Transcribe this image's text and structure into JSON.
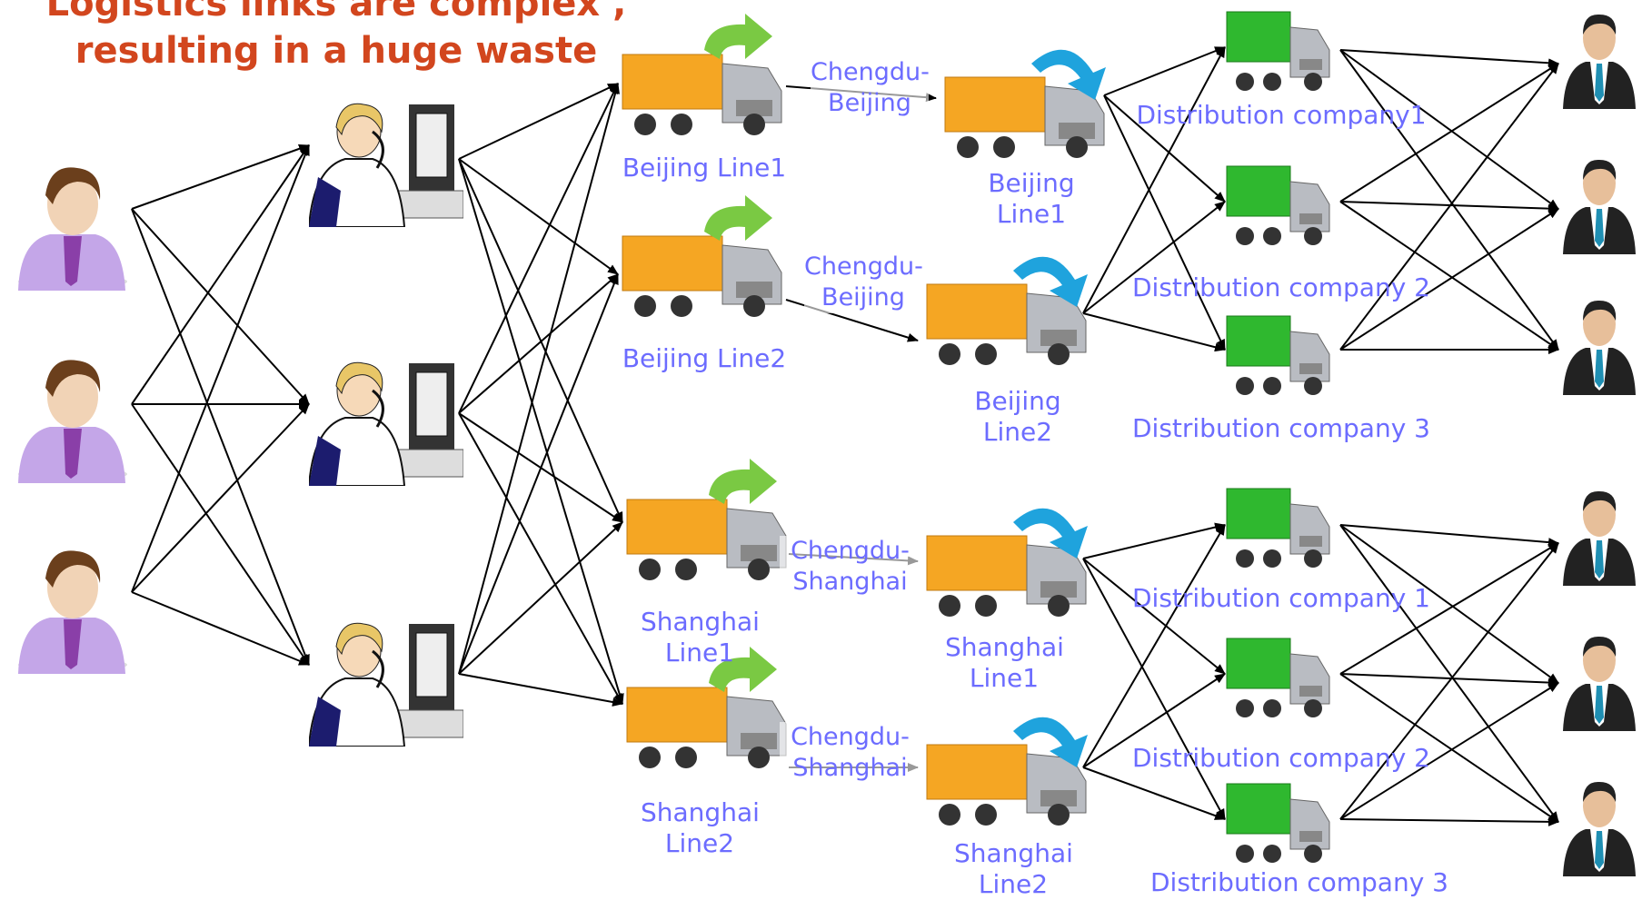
{
  "title": {
    "line1": "Logistics links are complex ,",
    "line2": "resulting in a huge waste"
  },
  "icons": {
    "customer": "customer-icon",
    "operator": "phone-operator-at-computer-icon",
    "truck_origin": "orange-truck-with-green-arrow-icon",
    "truck_destination": "orange-truck-with-blue-arrow-icon",
    "truck_distribution": "green-truck-icon",
    "recipient": "businessman-icon"
  },
  "colors": {
    "label": "#6c6cff",
    "title": "#d2461e",
    "arrow": "#000000",
    "truck_orange": "#f5a623",
    "truck_green": "#2fb82f",
    "arrow_green": "#7ac943",
    "arrow_blue": "#1fa3dd"
  },
  "lines": {
    "beijing_line1": "Beijing Line1",
    "beijing_line2": "Beijing Line2",
    "shanghai_line1": "Shanghai Line1",
    "shanghai_line2": "Shanghai Line2"
  },
  "routes": {
    "cd_bj_1": "Chengdu-Beijing",
    "cd_bj_2": "Chengdu-Beijing",
    "cd_sh_1": "Chengdu-Shanghai",
    "cd_sh_2": "Chengdu-Shanghai"
  },
  "destinations": {
    "beijing_line1": "Beijing Line1",
    "beijing_line2": "Beijing Line2",
    "shanghai_line1": "Shanghai Line1",
    "shanghai_line2": "Shanghai Line2"
  },
  "distribution": {
    "top": [
      "Distribution company1",
      "Distribution company 2",
      "Distribution company 3"
    ],
    "bottom": [
      "Distribution company 1",
      "Distribution company 2",
      "Distribution company 3"
    ]
  }
}
